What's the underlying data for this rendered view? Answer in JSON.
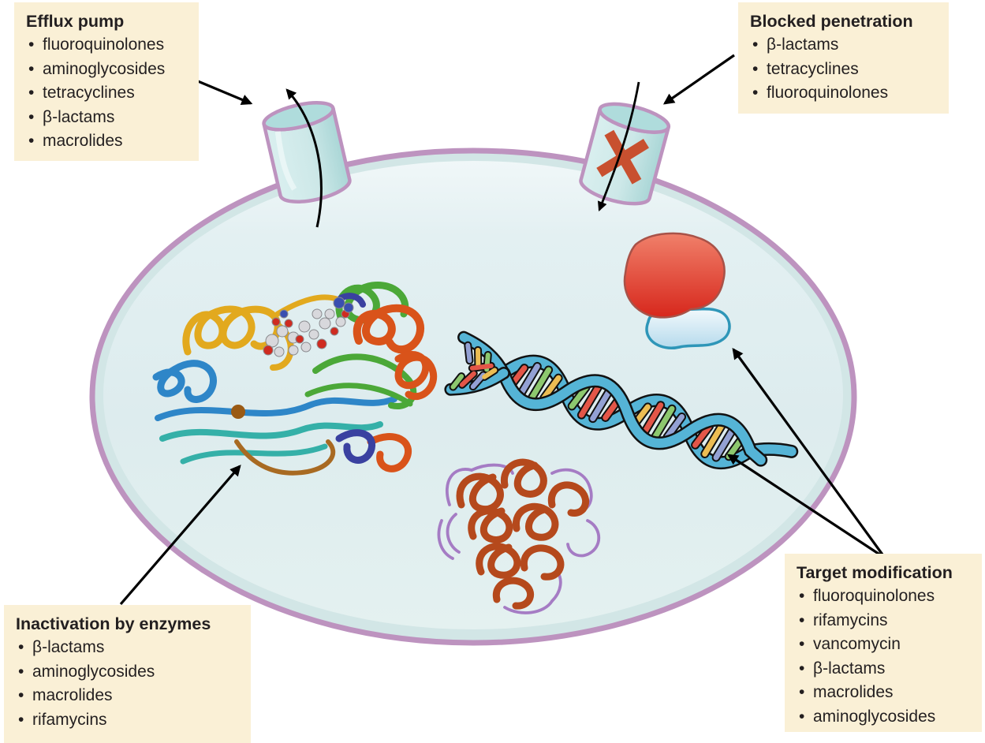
{
  "figure_type": "biology-diagram",
  "subject": "antibiotic resistance mechanisms in a bacterial cell",
  "labels": {
    "efflux": {
      "title": "Efflux pump",
      "items": [
        "fluoroquinolones",
        "aminoglycosides",
        "tetracyclines",
        "β-lactams",
        "macrolides"
      ]
    },
    "blocked": {
      "title": "Blocked penetration",
      "items": [
        "β-lactams",
        "tetracyclines",
        "fluoroquinolones"
      ]
    },
    "inactivation": {
      "title": "Inactivation by enzymes",
      "items": [
        "β-lactams",
        "aminoglycosides",
        "macrolides",
        "rifamycins"
      ]
    },
    "target": {
      "title": "Target modification",
      "items": [
        "fluoroquinolones",
        "rifamycins",
        "vancomycin",
        "β-lactams",
        "macrolides",
        "aminoglycosides"
      ]
    }
  },
  "illustration_parts": [
    "bacterial-cell",
    "efflux-pump-channel",
    "blocked-porin-channel-with-x",
    "enzyme-protein-with-bound-antibiotic",
    "dna-double-helix",
    "modified-target-protein",
    "ribosome"
  ],
  "colors": {
    "background": "#FFFFFF",
    "box_bg": "#FAF0D6",
    "text": "#231F20",
    "membrane": "#BD93BF",
    "cell_fill": "#DFEEF0",
    "cell_rim": "#D2E6E6",
    "channel_fill": "#CFE9E9",
    "channel_top": "#AFDCDC",
    "blocked_x": "#C8502F",
    "arrow": "#000000",
    "ribosome_large_subunit": "#DC3A2A",
    "ribosome_small_subunit": "#CFE8F4",
    "ribosome_small_outline": "#2E96B8",
    "dna_ribbon": "#55B4D6",
    "dna_rung_red": "#E35648",
    "dna_rung_periwinkle": "#93A1D4",
    "dna_rung_yellow": "#ECBD53",
    "dna_rung_green": "#8DC86E",
    "enzyme_yellow": "#E2A91E",
    "enzyme_blue": "#2E86C8",
    "enzyme_teal": "#35B0A8",
    "enzyme_green": "#4BA838",
    "enzyme_orange": "#D9531A",
    "enzyme_darkblue": "#3A41A0",
    "ligand_grey": "#D8D8DC",
    "ligand_red": "#CF2B20",
    "ligand_blue": "#3A4FB0",
    "target_protein": "#B5491C",
    "target_protein_loops": "#A57CC4"
  }
}
